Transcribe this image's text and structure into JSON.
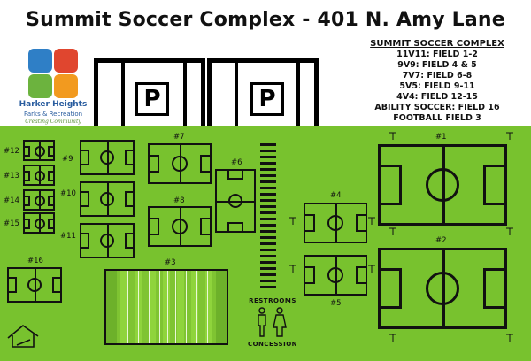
{
  "header": {
    "title": "Summit Soccer Complex - 401 N. Amy Lane"
  },
  "logo": {
    "brand": "Harker Heights",
    "sub": "Parks & Recreation",
    "tagline": "Creating Community"
  },
  "legend": {
    "heading": "SUMMIT SOCCER COMPLEX",
    "lines": [
      "11V11: FIELD 1-2",
      "9V9: FIELD 4 & 5",
      "7V7: FIELD 6-8",
      "5V5: FIELD 9-11",
      "4V4: FIELD 12-15",
      "ABILITY SOCCER: FIELD 16",
      "FOOTBALL FIELD 3"
    ]
  },
  "parking": {
    "letter": "P"
  },
  "fields": {
    "f1": "#1",
    "f2": "#2",
    "f3": "#3",
    "f4": "#4",
    "f5": "#5",
    "f6": "#6",
    "f7": "#7",
    "f8": "#8",
    "f9": "#9",
    "f10": "#10",
    "f11": "#11",
    "f12": "#12",
    "f13": "#13",
    "f14": "#14",
    "f15": "#15",
    "f16": "#16"
  },
  "facilities": {
    "restrooms": "RESTROOMS",
    "concession": "CONCESSION"
  },
  "colors": {
    "grass": "#78c22e",
    "lines": "#111111",
    "brand_blue": "#2a5d9f"
  }
}
